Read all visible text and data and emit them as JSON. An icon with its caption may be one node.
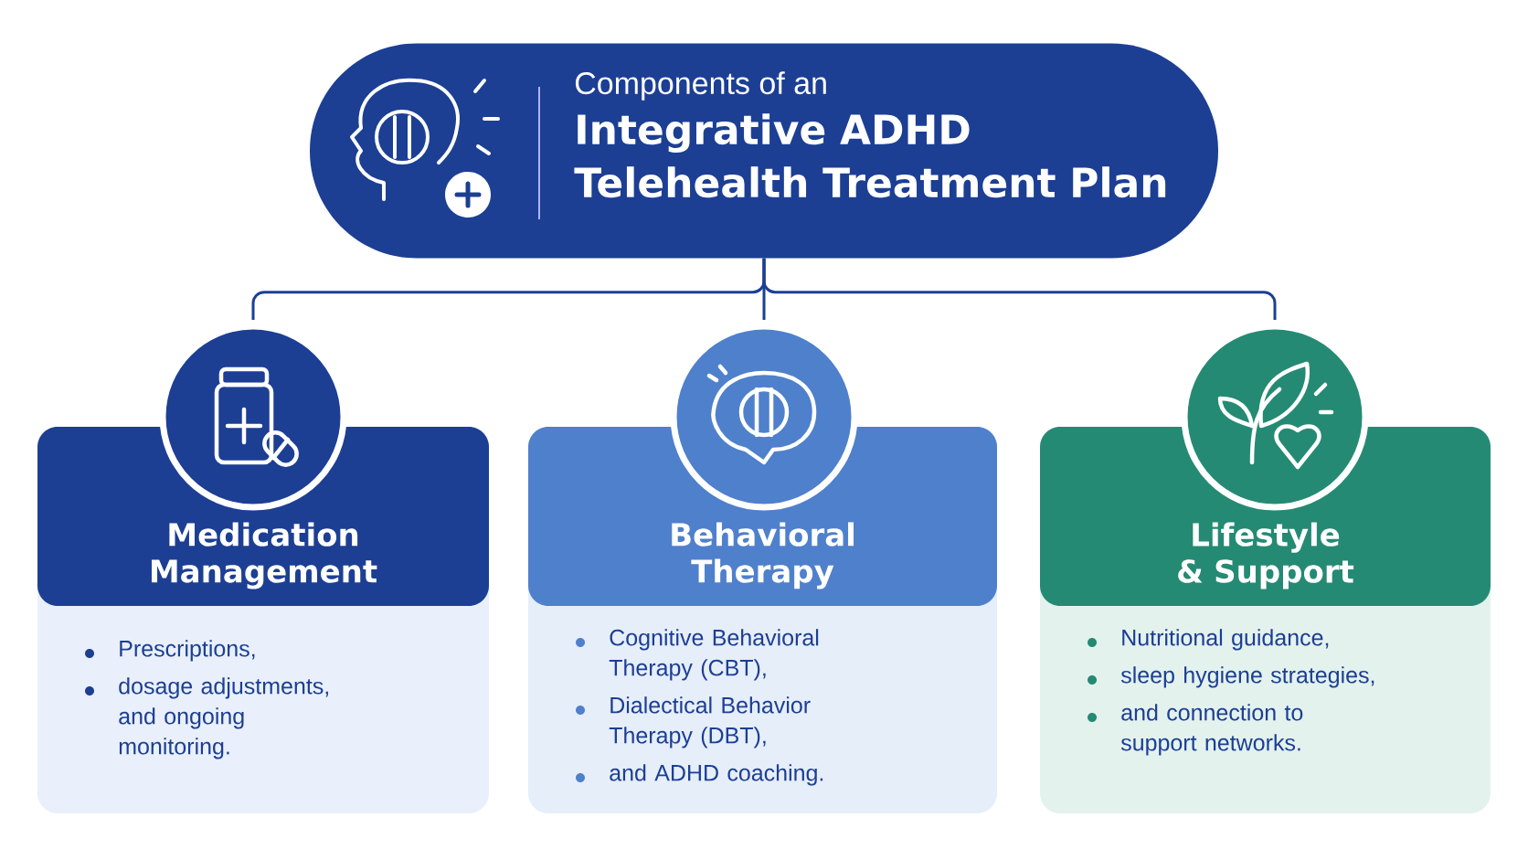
{
  "diagram": {
    "nodes": [
      {
        "text": [
          "Components of an",
          "Integrative ADHD Telehealth Treatment Plan"
        ]
      },
      {
        "text": [],
        "shape": "circle"
      },
      {
        "text": [
          "Medication Management",
          "Prescriptions,",
          "dosage adjustments, and ongoing monitoring."
        ]
      },
      {
        "text": [],
        "shape": "circle"
      },
      {
        "text": [
          "Behavioral Therapy",
          "Cognitive Behavioral Therapy (CBT),",
          "Dialectical Behavior Therapy (DBT),",
          "and ADHD coaching."
        ]
      },
      {
        "text": [],
        "shape": "circle"
      },
      {
        "text": [
          "Lifestyle & Support",
          "Nutritional guidance,",
          "sleep hygiene strategies,",
          "and connection to support networks."
        ]
      }
    ],
    "edges": [
      {
        "from": 0,
        "to": 1,
        "arrow": "none"
      },
      {
        "from": 0,
        "to": 3,
        "arrow": "none"
      },
      {
        "from": 0,
        "to": 5,
        "arrow": "none"
      }
    ]
  }
}
